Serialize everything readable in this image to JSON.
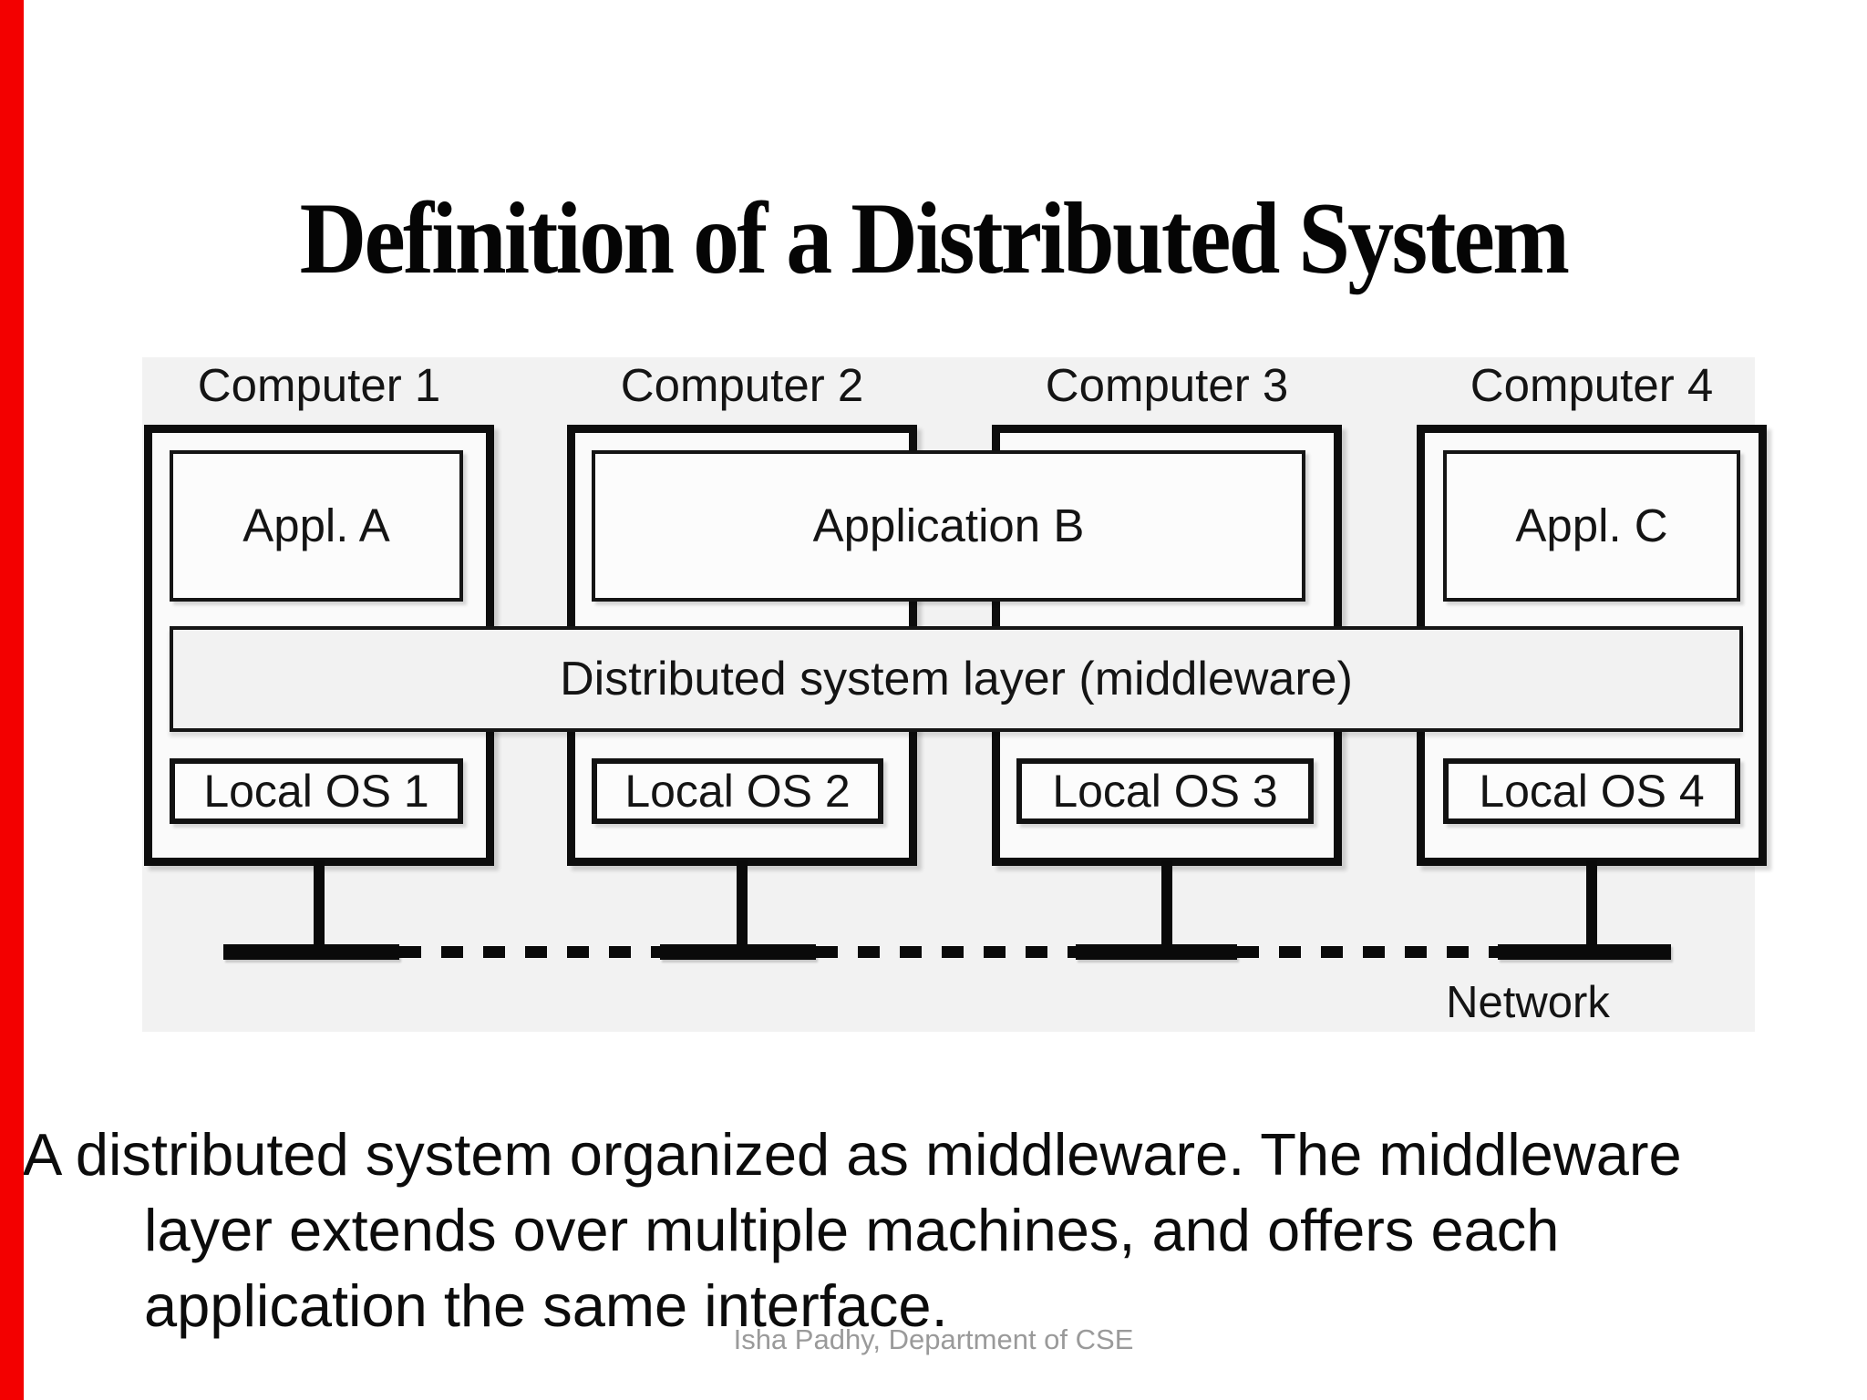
{
  "slide": {
    "title": "Definition of a Distributed System",
    "caption_lines": [
      "A distributed system organized as middleware. The middleware",
      "layer extends over multiple machines, and offers each",
      "application the same interface."
    ],
    "footer": "Isha Padhy, Department of CSE",
    "accent_bar_color": "#f30000"
  },
  "diagram": {
    "background": "#f2f2f2",
    "computer_labels": [
      "Computer 1",
      "Computer 2",
      "Computer 3",
      "Computer 4"
    ],
    "app_labels": [
      "Appl. A",
      "Application B",
      "Appl. C"
    ],
    "middleware_label": "Distributed system layer (middleware)",
    "os_labels": [
      "Local OS 1",
      "Local OS 2",
      "Local OS 3",
      "Local OS 4"
    ],
    "network_label": "Network"
  }
}
